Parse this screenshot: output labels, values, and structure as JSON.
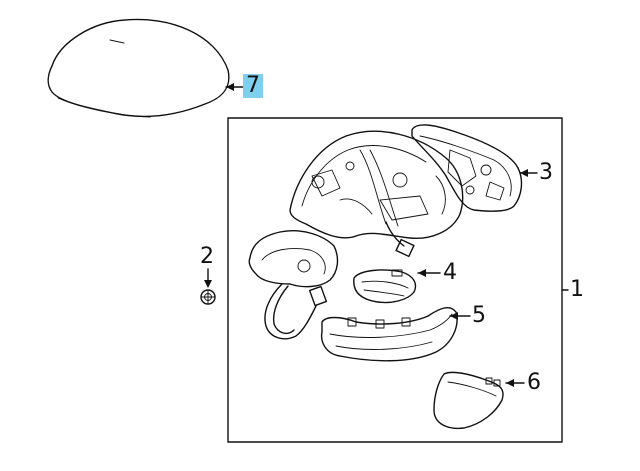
{
  "callouts": {
    "c1": "1",
    "c2": "2",
    "c3": "3",
    "c4": "4",
    "c5": "5",
    "c6": "6",
    "c7": "7"
  },
  "colors": {
    "highlight": "#7fd0ef",
    "line": "#111111"
  }
}
